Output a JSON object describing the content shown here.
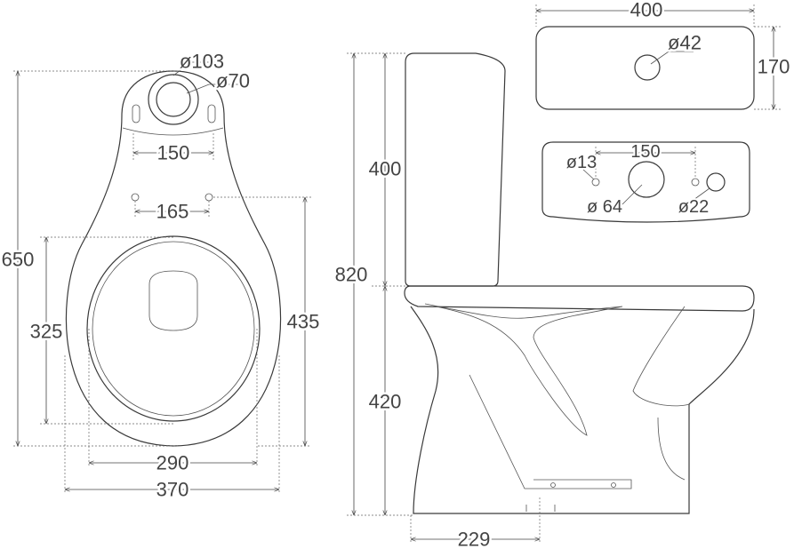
{
  "drawing": {
    "top_view": {
      "outlet_outer_diameter": "ø103",
      "outlet_inner_diameter": "ø70",
      "slot_spacing": "150",
      "hole_spacing": "165",
      "total_length": "650",
      "bowl_length": "325",
      "hole_to_front": "435",
      "seat_width": "290",
      "total_width": "370"
    },
    "side_view": {
      "tank_height": "400",
      "total_height": "820",
      "bowl_height": "420",
      "outlet_offset": "229"
    },
    "tank_lid": {
      "width": "400",
      "depth": "170",
      "button_hole": "ø42"
    },
    "tank_top": {
      "hole_spacing": "150",
      "small_hole": "ø13",
      "center_hole": "ø 64",
      "side_hole": "ø22"
    },
    "colors": {
      "line": "#3a3a3a",
      "background": "#ffffff"
    }
  }
}
